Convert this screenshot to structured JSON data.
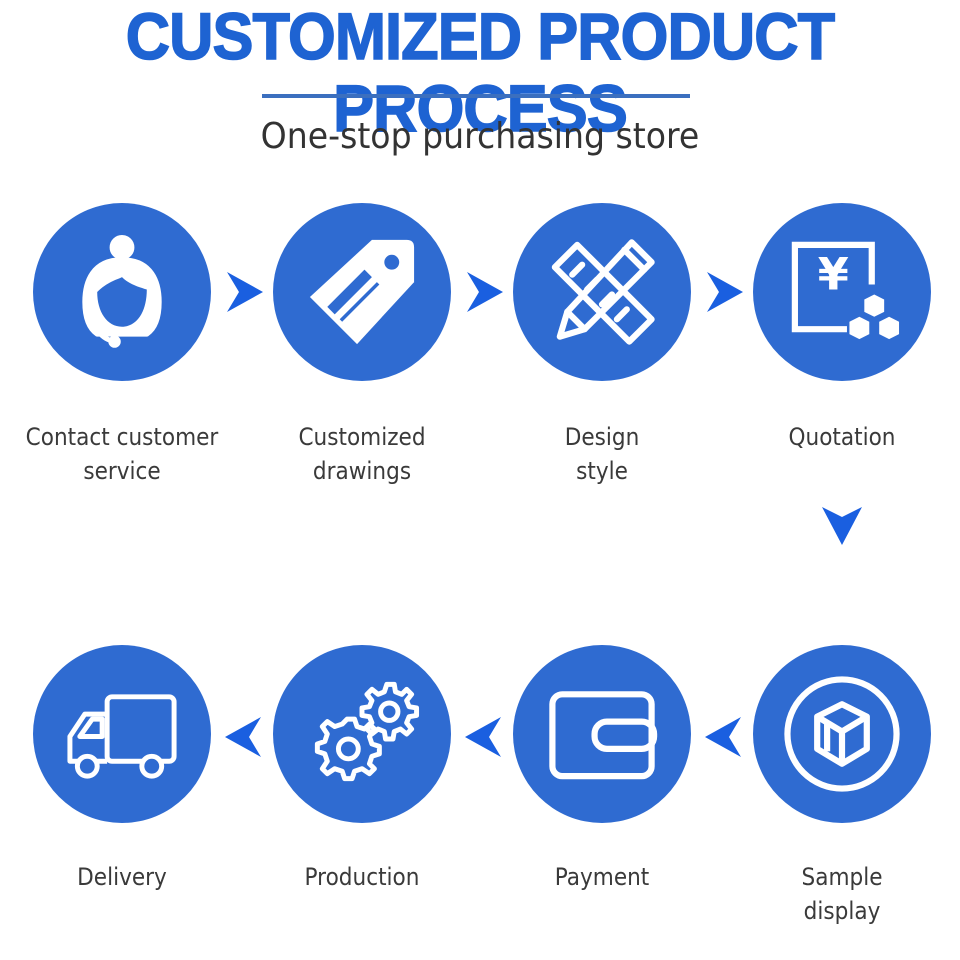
{
  "header": {
    "title": "CUSTOMIZED PRODUCT PROCESS",
    "subtitle": "One-stop purchasing store"
  },
  "colors": {
    "brand_blue": "#2f6bd1",
    "title_blue": "#1e63d2",
    "arrow_blue": "#1a5fe0",
    "text": "#3a3a3a"
  },
  "steps": [
    {
      "label": "Contact customer\nservice",
      "icon": "customer-service-headset-icon"
    },
    {
      "label": "Customized\ndrawings",
      "icon": "price-tag-icon"
    },
    {
      "label": "Design\nstyle",
      "icon": "pencil-ruler-icon"
    },
    {
      "label": "Quotation",
      "icon": "yen-quotation-icon"
    },
    {
      "label": "Sample\ndisplay",
      "icon": "cube-box-icon"
    },
    {
      "label": "Payment",
      "icon": "wallet-icon"
    },
    {
      "label": "Production",
      "icon": "gears-icon"
    },
    {
      "label": "Delivery",
      "icon": "delivery-truck-icon"
    }
  ]
}
